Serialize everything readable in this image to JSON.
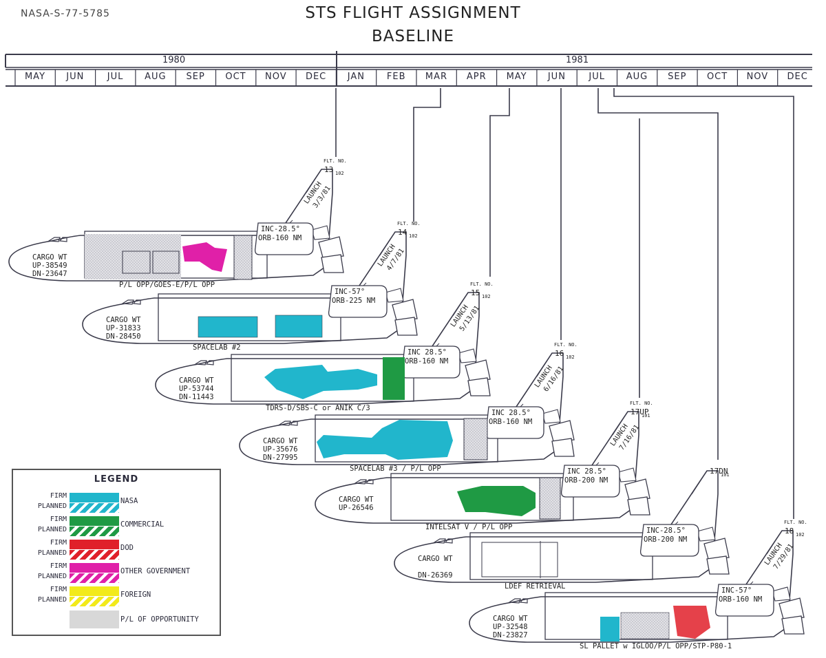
{
  "doc_id": "NASA-S-77-5785",
  "title_line1": "STS FLIGHT ASSIGNMENT",
  "title_line2": "BASELINE",
  "years": [
    "1980",
    "1981"
  ],
  "months": [
    "MAY",
    "JUN",
    "JUL",
    "AUG",
    "SEP",
    "OCT",
    "NOV",
    "DEC",
    "JAN",
    "FEB",
    "MAR",
    "APR",
    "MAY",
    "JUN",
    "JUL",
    "AUG",
    "SEP",
    "OCT",
    "NOV",
    "DEC"
  ],
  "colors": {
    "nasa": "#21b6cc",
    "commercial": "#1f9a44",
    "dod": "#e0202a",
    "other_government": "#e020a8",
    "foreign": "#f2ea1a",
    "opportunity": "#d8d8d8",
    "ink": "#3a3a4a"
  },
  "flights": [
    {
      "flt_label": "FLT. NO.",
      "number": "13",
      "sub": "102",
      "launch": "LAUNCH",
      "date": "3/3/81",
      "inc": "INC-28.5°",
      "orb": "ORB-160 NM",
      "cargo_label": "CARGO WT",
      "up": "UP-38549",
      "dn": "DN-23647",
      "payload": "P/L OPP/GOES-E/P/L OPP"
    },
    {
      "flt_label": "FLT. NO.",
      "number": "14",
      "sub": "102",
      "launch": "LAUNCH",
      "date": "4/7/81",
      "inc": "INC-57°",
      "orb": "ORB-225 NM",
      "cargo_label": "CARGO WT",
      "up": "UP-31833",
      "dn": "DN-28450",
      "payload": "SPACELAB #2"
    },
    {
      "flt_label": "FLT. NO.",
      "number": "15",
      "sub": "102",
      "launch": "LAUNCH",
      "date": "5/13/81",
      "inc": "INC 28.5°",
      "orb": "ORB-160 NM",
      "cargo_label": "CARGO WT",
      "up": "UP-53744",
      "dn": "DN-11443",
      "payload": "TDRS-D/SBS-C or ANIK C/3"
    },
    {
      "flt_label": "FLT. NO.",
      "number": "16",
      "sub": "102",
      "launch": "LAUNCH",
      "date": "6/16/81",
      "inc": "INC 28.5°",
      "orb": "ORB-160 NM",
      "cargo_label": "CARGO WT",
      "up": "UP-35676",
      "dn": "DN-27995",
      "payload": "SPACELAB #3 / P/L OPP"
    },
    {
      "flt_label": "FLT. NO.",
      "number": "17UP",
      "sub": "101",
      "launch": "LAUNCH",
      "date": "7/16/81",
      "inc": "INC 28.5°",
      "orb": "ORB-200 NM",
      "cargo_label": "CARGO WT",
      "up": "UP-26546",
      "dn": "",
      "payload": "INTELSAT V / P/L OPP"
    },
    {
      "flt_label": "",
      "number": "17DN",
      "sub": "101",
      "launch": "",
      "date": "",
      "inc": "INC-28.5°",
      "orb": "ORB-200 NM",
      "cargo_label": "CARGO WT",
      "up": "",
      "dn": "DN-26369",
      "payload": "LDEF RETRIEVAL"
    },
    {
      "flt_label": "FLT. NO.",
      "number": "18",
      "sub": "102",
      "launch": "LAUNCH",
      "date": "7/29/81",
      "inc": "INC-57°",
      "orb": "ORB-160 NM",
      "cargo_label": "CARGO WT",
      "up": "UP-32548",
      "dn": "DN-23827",
      "payload": "SL PALLET w IGLOO/P/L OPP/STP-P80-1"
    }
  ],
  "legend": {
    "title": "LEGEND",
    "firm": "FIRM",
    "planned": "PLANNED",
    "rows": [
      {
        "name": "NASA",
        "color_key": "nasa"
      },
      {
        "name": "COMMERCIAL",
        "color_key": "commercial"
      },
      {
        "name": "DOD",
        "color_key": "dod"
      },
      {
        "name": "OTHER GOVERNMENT",
        "color_key": "other_government"
      },
      {
        "name": "FOREIGN",
        "color_key": "foreign"
      }
    ],
    "opportunity": "P/L OF OPPORTUNITY"
  }
}
